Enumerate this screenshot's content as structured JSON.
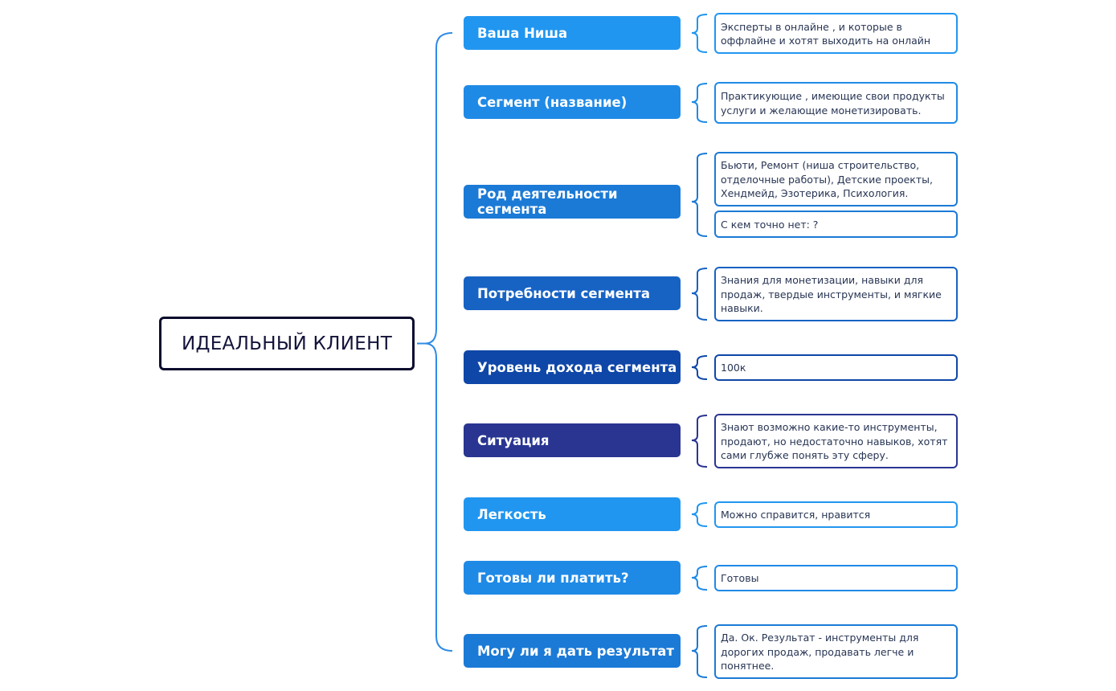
{
  "root": {
    "label": "ИДЕАЛЬНЫЙ КЛИЕНТ"
  },
  "branches": [
    {
      "label": "Ваша Ниша",
      "color": "#2196f0",
      "notes": [
        "Эксперты в онлайне , и которые в оффлайне и хотят выходить на онлайн"
      ]
    },
    {
      "label": "Сегмент (название)",
      "color": "#1f8ae6",
      "notes": [
        "Практикующие , имеющие свои продукты услуги и желающие монетизировать."
      ]
    },
    {
      "label": "Род деятельности сегмента",
      "color": "#1b7ad6",
      "notes": [
        "Бьюти, Ремонт (ниша строительство, отделочные работы), Детские проекты, Хендмейд, Эзотерика, Психология.",
        "С кем точно нет: ?"
      ]
    },
    {
      "label": "Потребности сегмента",
      "color": "#1763c4",
      "notes": [
        "Знания для монетизации, навыки для продаж, твердые инструменты, и мягкие навыки."
      ]
    },
    {
      "label": "Уровень дохода сегмента",
      "color": "#0f47a8",
      "notes": [
        "100к"
      ]
    },
    {
      "label": "Ситуация",
      "color": "#293591",
      "notes": [
        "Знают возможно какие-то инструменты, продают, но недостаточно навыков, хотят сами глубже понять эту сферу."
      ]
    },
    {
      "label": "Легкость",
      "color": "#2196f0",
      "notes": [
        "Можно справится, нравится"
      ]
    },
    {
      "label": "Готовы ли платить?",
      "color": "#1f8ae6",
      "notes": [
        "Готовы"
      ]
    },
    {
      "label": "Могу ли я дать результат",
      "color": "#1b7ad6",
      "notes": [
        "Да. Ок. Результат - инструменты для дорогих продаж, продавать легче и понятнее."
      ]
    }
  ]
}
